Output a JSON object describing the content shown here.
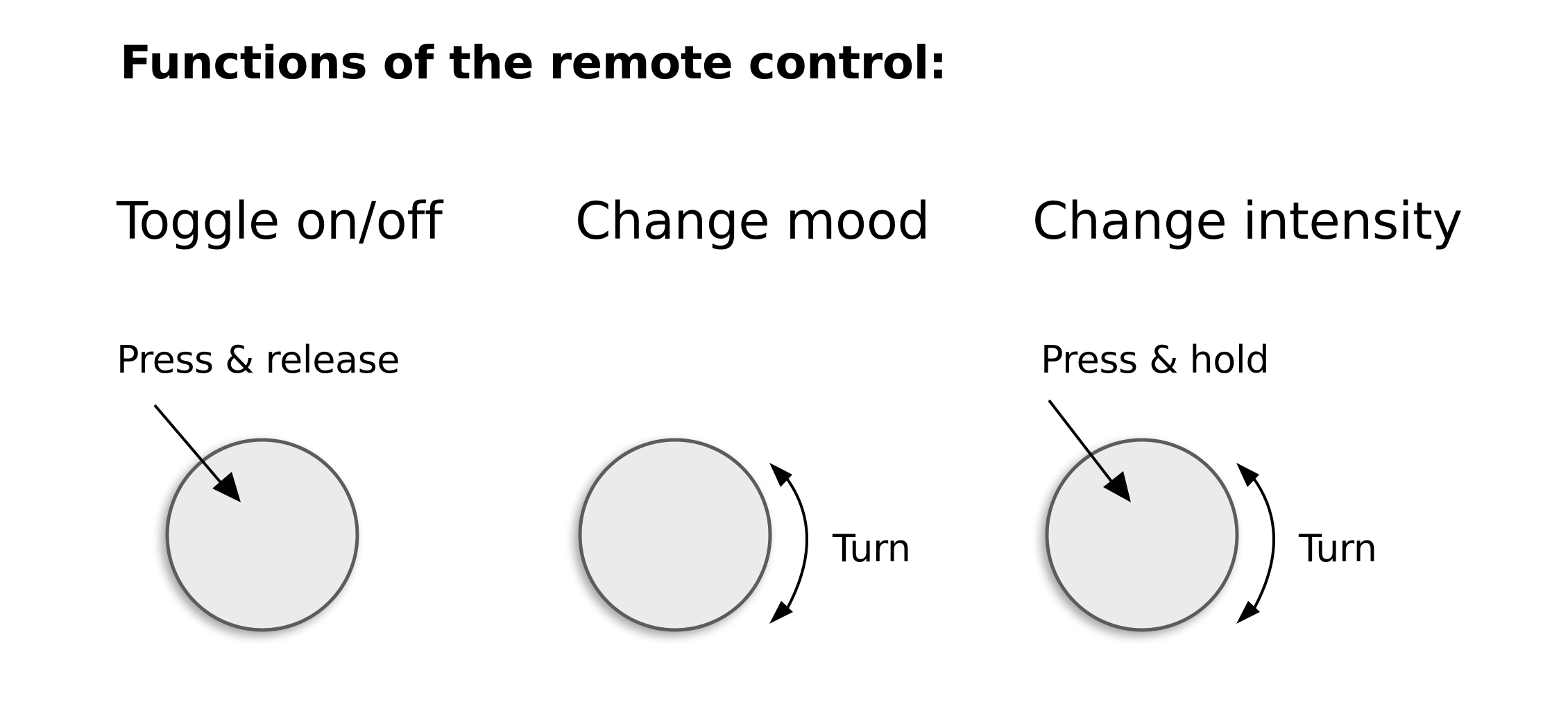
{
  "title": "Functions of the remote control:",
  "functions": [
    {
      "heading": "Toggle on/off",
      "caption": "Press & release",
      "turn_label": ""
    },
    {
      "heading": "Change mood",
      "caption": "",
      "turn_label": "Turn"
    },
    {
      "heading": "Change intensity",
      "caption": "Press & hold",
      "turn_label": "Turn"
    }
  ],
  "colors": {
    "knob_fill": "#ebebeb",
    "knob_ring": "#5c5c5c",
    "arrow": "#000000",
    "text": "#000000"
  },
  "icons": [
    "press-arrow-icon",
    "rotate-arrow-icon",
    "remote-knob-icon"
  ]
}
